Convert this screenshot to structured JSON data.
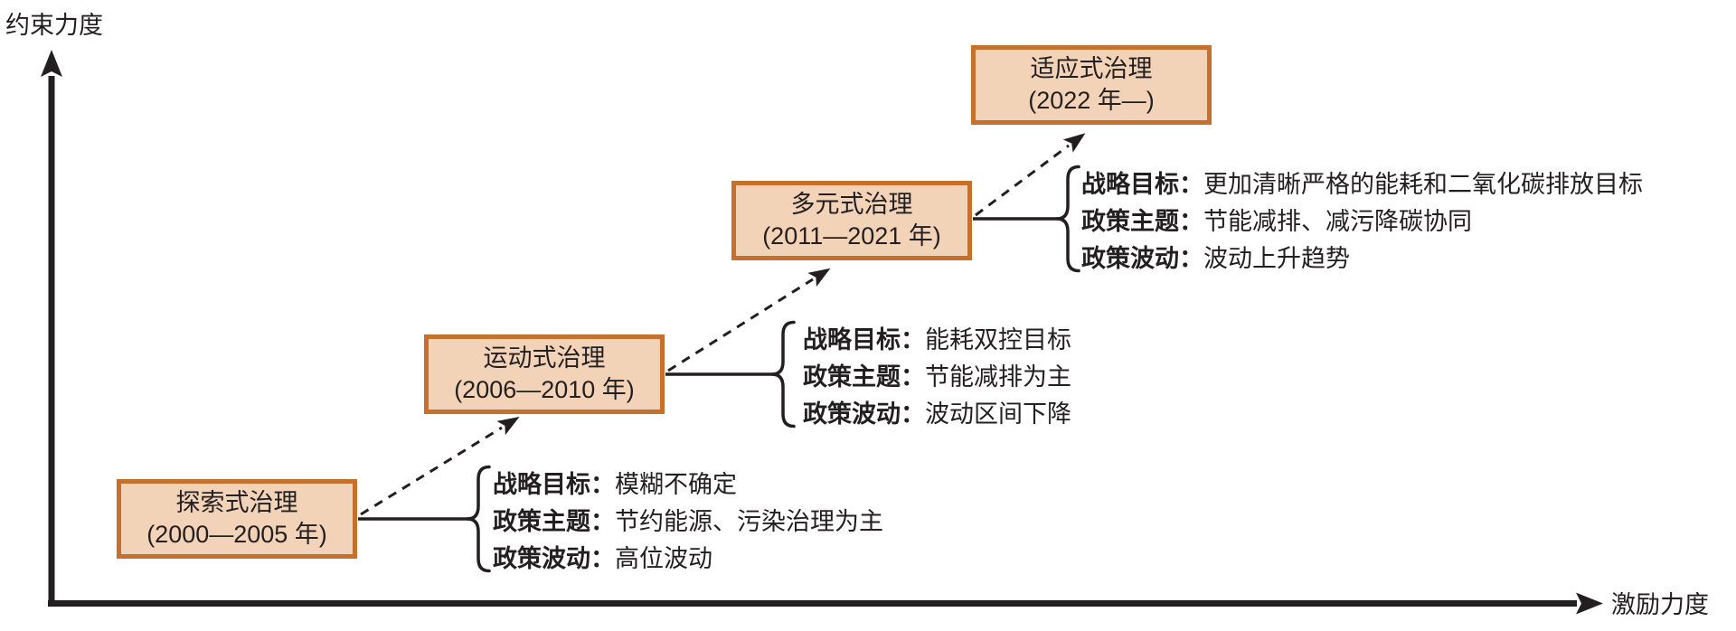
{
  "axes": {
    "y_label": "约束力度",
    "x_label": "激励力度"
  },
  "stages": [
    {
      "title": "探索式治理",
      "period": "(2000—2005 年)"
    },
    {
      "title": "运动式治理",
      "period": "(2006—2010 年)"
    },
    {
      "title": "多元式治理",
      "period": "(2011—2021 年)"
    },
    {
      "title": "适应式治理",
      "period": "(2022 年—)"
    }
  ],
  "annotations": [
    {
      "rows": [
        {
          "label": "战略目标：",
          "value": "模糊不确定"
        },
        {
          "label": "政策主题：",
          "value": "节约能源、污染治理为主"
        },
        {
          "label": "政策波动：",
          "value": "高位波动"
        }
      ]
    },
    {
      "rows": [
        {
          "label": "战略目标：",
          "value": "能耗双控目标"
        },
        {
          "label": "政策主题：",
          "value": "节能减排为主"
        },
        {
          "label": "政策波动：",
          "value": "波动区间下降"
        }
      ]
    },
    {
      "rows": [
        {
          "label": "战略目标：",
          "value": "更加清晰严格的能耗和二氧化碳排放目标"
        },
        {
          "label": "政策主题：",
          "value": "节能减排、减污降碳协同"
        },
        {
          "label": "政策波动：",
          "value": "波动上升趋势"
        }
      ]
    }
  ],
  "colors": {
    "box_fill": "#F2D3B8",
    "box_border": "#C7702E",
    "ink": "#231F20"
  }
}
